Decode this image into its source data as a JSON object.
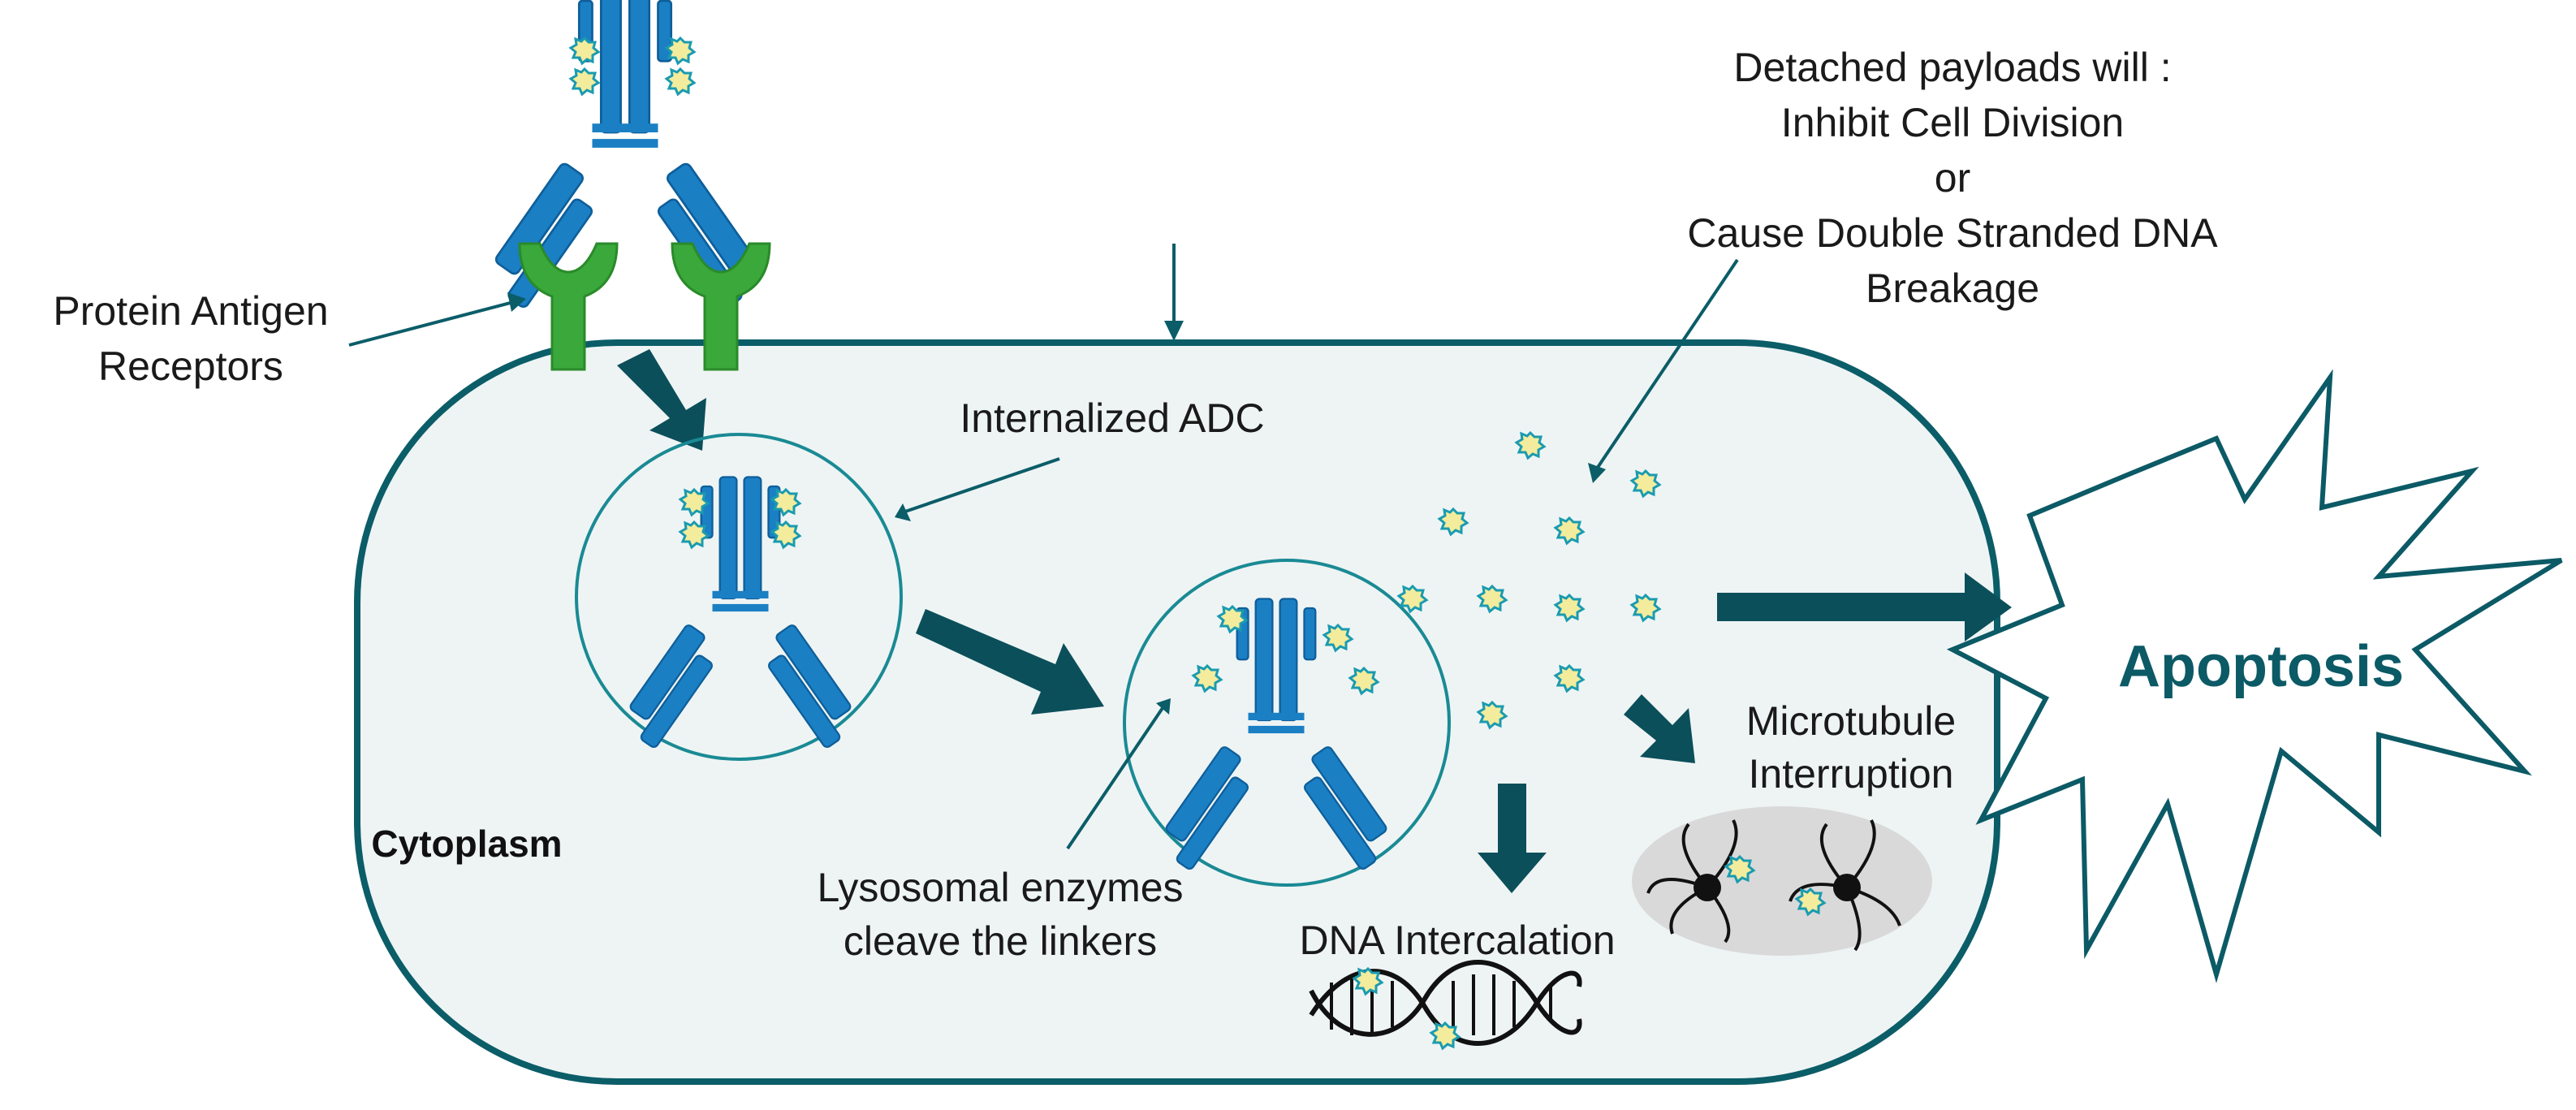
{
  "labels": {
    "receptors_line1": "Protein Antigen",
    "receptors_line2": "Receptors",
    "internalized": "Internalized ADC",
    "payload_line1": "Detached payloads will :",
    "payload_line2": "Inhibit Cell Division",
    "payload_line3": "or",
    "payload_line4": "Cause Double Stranded DNA",
    "payload_line5": "Breakage",
    "microtubule_line1": "Microtubule",
    "microtubule_line2": "Interruption",
    "apoptosis": "Apoptosis",
    "cytoplasm": "Cytoplasm",
    "lysosomal_line1": "Lysosomal enzymes",
    "lysosomal_line2": "cleave the linkers",
    "dna": "DNA Intercalation"
  },
  "colors": {
    "cell_fill": "#eef4f4",
    "cell_stroke": "#0b5d68",
    "arrow": "#0b4f5a",
    "antibody": "#1b7fc4",
    "receptor": "#3aa83a",
    "payload_fill": "#f3ec9c",
    "payload_stroke": "#1a9bb0",
    "microtubule_bg": "#d9d9d9",
    "apoptosis_text": "#0b5a66"
  }
}
